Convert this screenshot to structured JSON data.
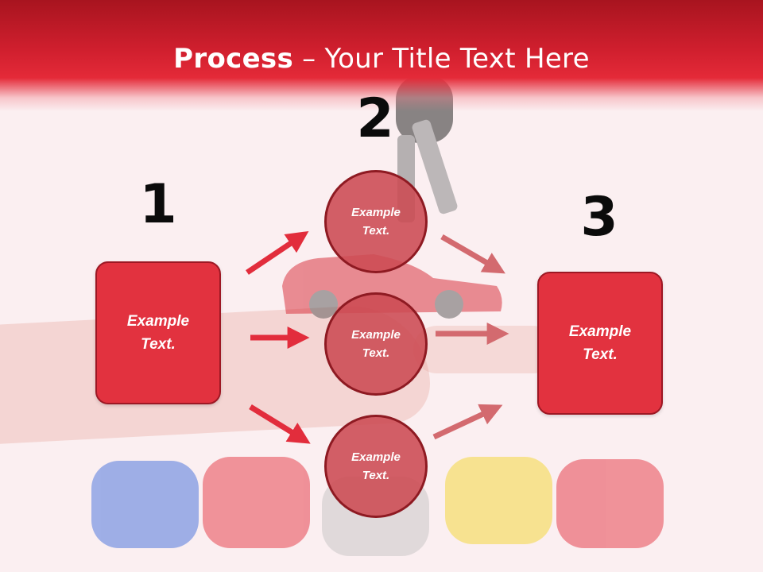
{
  "slide": {
    "title_bold": "Process",
    "title_rest": " – Your Title Text Here"
  },
  "steps": {
    "step1_number": "1",
    "step2_number": "2",
    "step3_number": "3"
  },
  "nodes": {
    "left_box": "Example Text.",
    "circle_top": "Example Text.",
    "circle_middle": "Example Text.",
    "circle_bottom": "Example Text.",
    "right_box": "Example Text."
  },
  "colors": {
    "header": "#d01f2e",
    "box_fill": "#e2323f",
    "circle_fill": "#cc4a52",
    "arrow_bright": "#e22d3c",
    "arrow_muted": "#d36a6f"
  }
}
